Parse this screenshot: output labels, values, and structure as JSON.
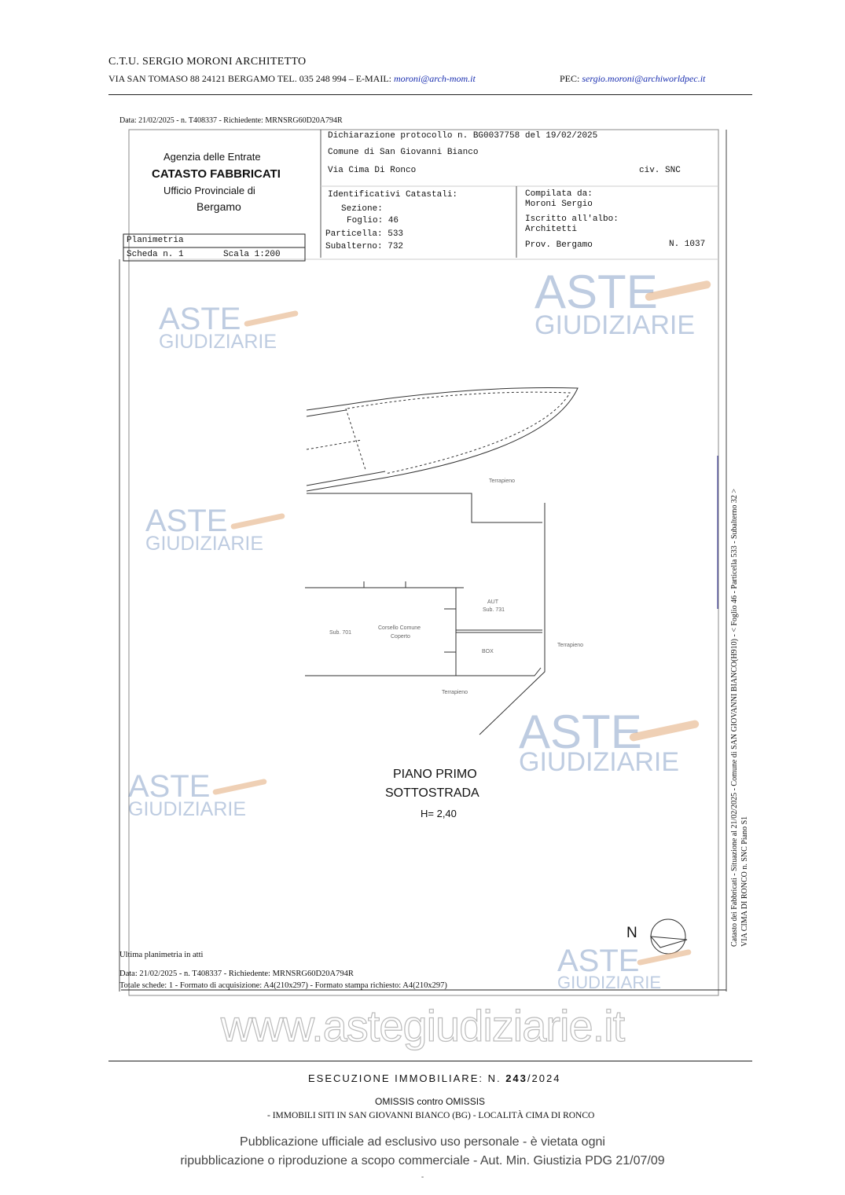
{
  "header": {
    "firm": "C.T.U. SERGIO MORONI ARCHITETTO",
    "address": "VIA SAN TOMASO 88 24121 BERGAMO TEL. 035 248 994 – E-MAIL: ",
    "email": "moroni@arch-mom.it",
    "pec_label": "PEC: ",
    "pec": "sergio.moroni@archiworldpec.it"
  },
  "request_line": "Data: 21/02/2025 - n. T408337 - Richiedente: MRNSRG60D20A794R",
  "cadastre": {
    "agency": "Agenzia delle Entrate",
    "catasto": "CATASTO FABBRICATI",
    "office": "Ufficio Provinciale di",
    "city": "Bergamo",
    "declaration": "Dichiarazione protocollo n. BG0037758 del  19/02/2025",
    "comune": "Comune di San Giovanni Bianco",
    "via": "Via Cima Di Ronco",
    "civ": "civ. SNC",
    "ident_title": "Identificativi Catastali:",
    "sezione": "Sezione:",
    "foglio": "Foglio: 46",
    "particella": "Particella: 533",
    "subalterno": "Subalterno: 732",
    "compilata": "Compilata da:",
    "compilatore": "Moroni Sergio",
    "albo": "Iscritto all'albo:",
    "albo_value": "Architetti",
    "prov": "Prov. Bergamo",
    "numero": "N. 1037",
    "planimetria": "Planimetria",
    "scheda": "Scheda n. 1",
    "scala": "Scala 1:200"
  },
  "plan": {
    "labels": [
      "Terrapieno",
      "AUT",
      "Sub. 731",
      "Sub. 701",
      "Corsello Comune",
      "Coperto",
      "BOX",
      "Terrapieno",
      "Terrapieno"
    ],
    "title1": "PIANO PRIMO",
    "title2": "SOTTOSTRADA",
    "height": "H= 2,40",
    "north": "N"
  },
  "side_text": {
    "line1": "Catasto dei Fabbricati - Situazione al 21/02/2025 - Comune di SAN GIOVANNI BIANCO(H910) - < Foglio 46 - Particella 533 - Subalterno 32 >",
    "line2": "VIA CIMA DI RONCO n. SNC Piano S1"
  },
  "footer_plan": {
    "ultima": "Ultima planimetria in atti",
    "data": "Data: 21/02/2025 - n. T408337 - Richiedente: MRNSRG60D20A794R",
    "totale": "Totale schede: 1 - Formato di acquisizione: A4(210x297)  - Formato stampa richiesto: A4(210x297)"
  },
  "footer": {
    "esecuzione_pre": "ESECUZIONE IMMOBILIARE: N. ",
    "esecuzione_num": "243",
    "esecuzione_year": "/2024",
    "parties": "OMISSIS contro OMISSIS",
    "location": "- IMMOBILI SITI IN SAN GIOVANNI BIANCO (BG) - LOCALITÀ CIMA DI RONCO",
    "notice1": "Pubblicazione ufficiale ad esclusivo uso personale - è vietata ogni",
    "notice2": "ripubblicazione o riproduzione a scopo commerciale - Aut. Min. Giustizia PDG 21/07/09",
    "dash": "-"
  },
  "watermark": {
    "aste": "ASTE",
    "giudiziarie": "GIUDIZIARIE",
    "site": "www.astegiudiziarie.it"
  }
}
